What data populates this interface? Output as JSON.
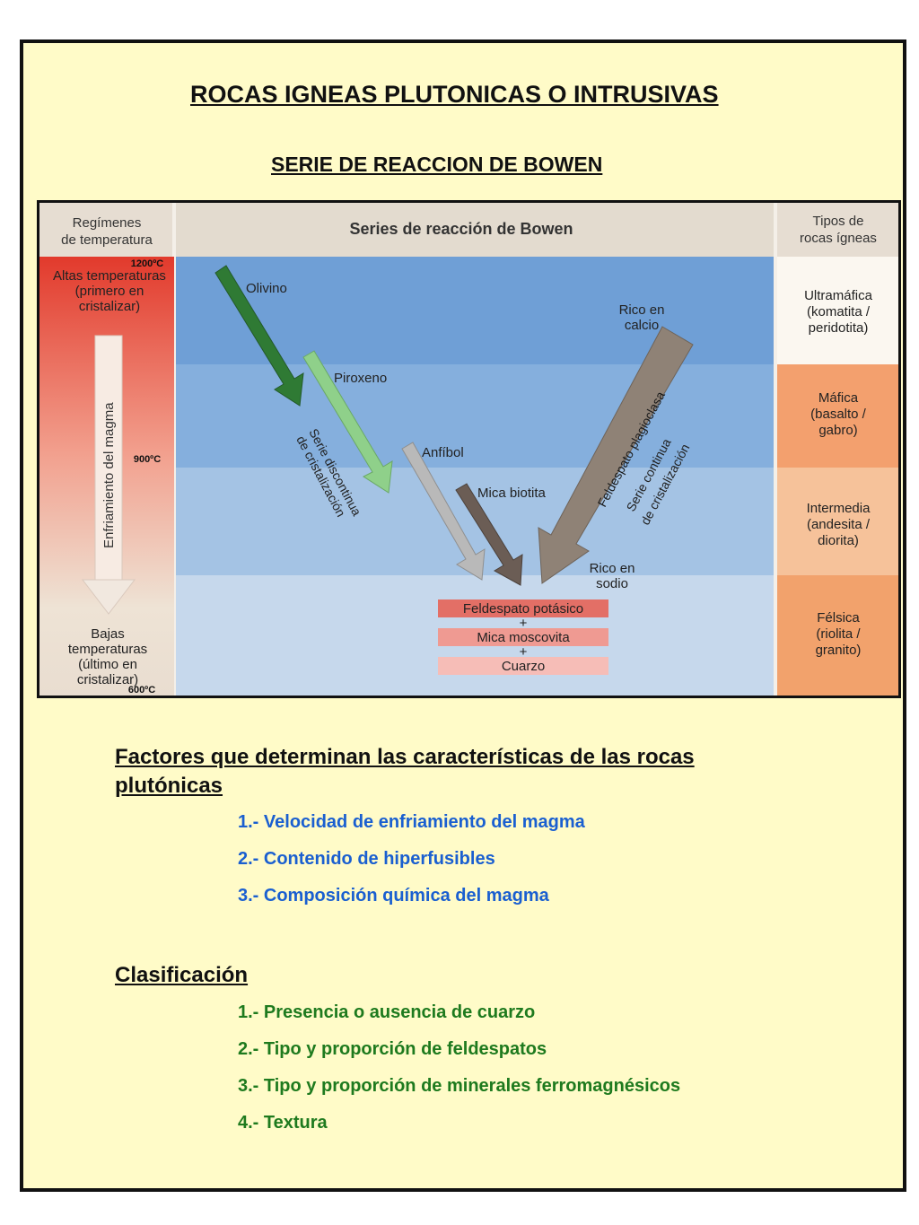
{
  "title": "ROCAS IGNEAS PLUTONICAS O INTRUSIVAS",
  "subtitle": "SERIE DE REACCION DE BOWEN",
  "diagram": {
    "col_temp_header_1": "Regímenes",
    "col_temp_header_2": "de temperatura",
    "col_series_header": "Series de reacción de Bowen",
    "col_types_header_1": "Tipos de",
    "col_types_header_2": "rocas ígneas",
    "temp_high_1": "Altas temperaturas",
    "temp_high_2": "(primero en",
    "temp_high_3": "cristalizar)",
    "temp_arrow_label": "Enfriamiento del magma",
    "temp_low_1": "Bajas",
    "temp_low_2": "temperaturas",
    "temp_low_3": "(último en",
    "temp_low_4": "cristalizar)",
    "temp_1200": "1200ºC",
    "temp_900": "900ºC",
    "temp_600": "600ºC",
    "mineral_olivino": "Olivino",
    "mineral_piroxeno": "Piroxeno",
    "mineral_anfibol": "Anfíbol",
    "mineral_mica_biotita": "Mica biotita",
    "rico_calcio_1": "Rico en",
    "rico_calcio_2": "calcio",
    "rico_sodio_1": "Rico en",
    "rico_sodio_2": "sodio",
    "feldespato_plagioclasa": "Feldespato plagioclasa",
    "serie_disc_1": "Serie discontinua",
    "serie_disc_2": "de cristalización",
    "serie_cont_1": "Serie continua",
    "serie_cont_2": "de cristalización",
    "final_1": "Feldespato potásico",
    "plus_1": "+",
    "final_2": "Mica moscovita",
    "plus_2": "+",
    "final_3": "Cuarzo",
    "type_ultra_1": "Ultramáfica",
    "type_ultra_2": "(komatita /",
    "type_ultra_3": "peridotita)",
    "type_mafica_1": "Máfica",
    "type_mafica_2": "(basalto /",
    "type_mafica_3": "gabro)",
    "type_inter_1": "Intermedia",
    "type_inter_2": "(andesita /",
    "type_inter_3": "diorita)",
    "type_felsica_1": "Félsica",
    "type_felsica_2": "(riolita /",
    "type_felsica_3": "granito)"
  },
  "factors": {
    "heading": "Factores que determinan las características de las rocas plutónicas",
    "items": [
      "1.- Velocidad de enfriamiento del magma",
      "2.- Contenido de hiperfusibles",
      "3.- Composición química del magma"
    ]
  },
  "classification": {
    "heading": "Clasificación",
    "items": [
      "1.- Presencia o ausencia de cuarzo",
      "2.- Tipo y proporción de feldespatos",
      "3.- Tipo y proporción de minerales ferromagnésicos",
      "4.- Textura"
    ]
  },
  "colors": {
    "frame_bg": "#fffbc8",
    "factors_text": "#1a5fd0",
    "classification_text": "#1e7a1e"
  }
}
